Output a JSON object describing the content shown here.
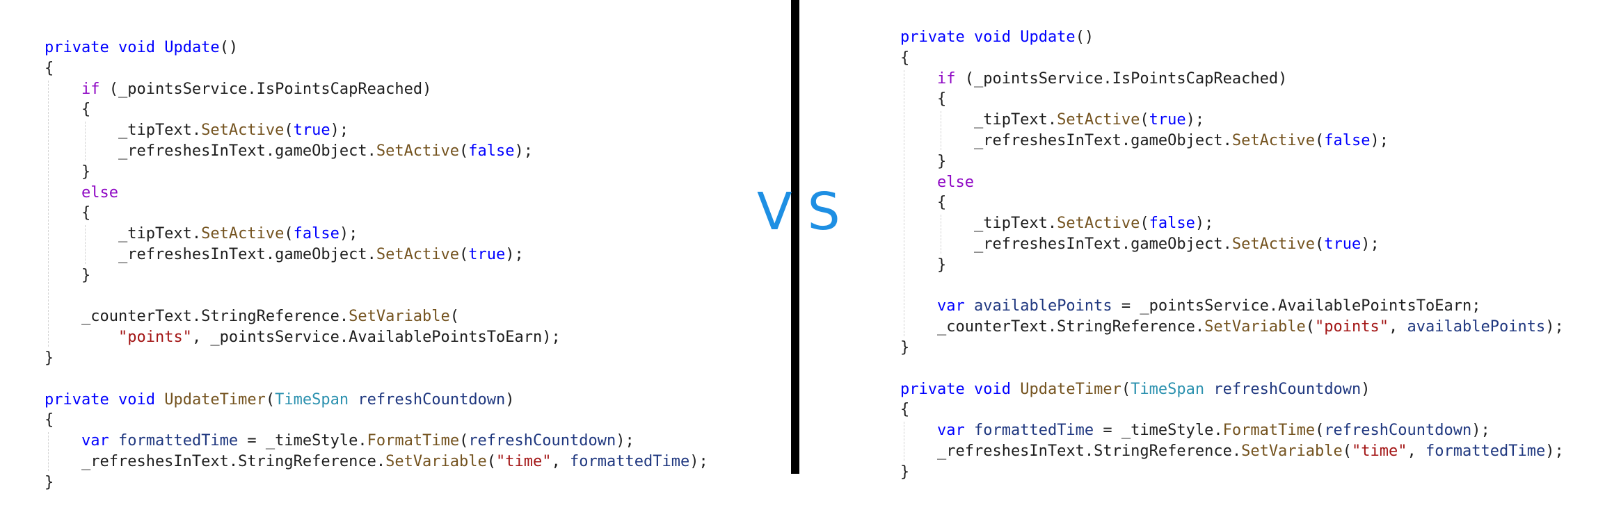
{
  "comparison": {
    "label": "VS",
    "accent_color": "#1e8fe3"
  },
  "left": {
    "lines": [
      [
        {
          "t": "private",
          "c": "kw"
        },
        {
          "t": " ",
          "c": "punct"
        },
        {
          "t": "void",
          "c": "kw"
        },
        {
          "t": " ",
          "c": "punct"
        },
        {
          "t": "Update",
          "c": "kw"
        },
        {
          "t": "()",
          "c": "punct"
        }
      ],
      [
        {
          "t": "{",
          "c": "punct"
        }
      ],
      [
        {
          "t": "    ",
          "c": "punct"
        },
        {
          "t": "if",
          "c": "ctrl"
        },
        {
          "t": " (_pointsService.IsPointsCapReached)",
          "c": "ident"
        }
      ],
      [
        {
          "t": "    {",
          "c": "punct"
        }
      ],
      [
        {
          "t": "        _tipText.",
          "c": "ident"
        },
        {
          "t": "SetActive",
          "c": "method"
        },
        {
          "t": "(",
          "c": "punct"
        },
        {
          "t": "true",
          "c": "kw"
        },
        {
          "t": ");",
          "c": "punct"
        }
      ],
      [
        {
          "t": "        _refreshesInText.gameObject.",
          "c": "ident"
        },
        {
          "t": "SetActive",
          "c": "method"
        },
        {
          "t": "(",
          "c": "punct"
        },
        {
          "t": "false",
          "c": "kw"
        },
        {
          "t": ");",
          "c": "punct"
        }
      ],
      [
        {
          "t": "    }",
          "c": "punct"
        }
      ],
      [
        {
          "t": "    ",
          "c": "punct"
        },
        {
          "t": "else",
          "c": "ctrl"
        }
      ],
      [
        {
          "t": "    {",
          "c": "punct"
        }
      ],
      [
        {
          "t": "        _tipText.",
          "c": "ident"
        },
        {
          "t": "SetActive",
          "c": "method"
        },
        {
          "t": "(",
          "c": "punct"
        },
        {
          "t": "false",
          "c": "kw"
        },
        {
          "t": ");",
          "c": "punct"
        }
      ],
      [
        {
          "t": "        _refreshesInText.gameObject.",
          "c": "ident"
        },
        {
          "t": "SetActive",
          "c": "method"
        },
        {
          "t": "(",
          "c": "punct"
        },
        {
          "t": "true",
          "c": "kw"
        },
        {
          "t": ");",
          "c": "punct"
        }
      ],
      [
        {
          "t": "    }",
          "c": "punct"
        }
      ],
      [
        {
          "t": "",
          "c": "punct"
        }
      ],
      [
        {
          "t": "    _counterText.StringReference.",
          "c": "ident"
        },
        {
          "t": "SetVariable",
          "c": "method"
        },
        {
          "t": "(",
          "c": "punct"
        }
      ],
      [
        {
          "t": "        ",
          "c": "punct"
        },
        {
          "t": "\"points\"",
          "c": "str"
        },
        {
          "t": ", _pointsService.AvailablePointsToEarn);",
          "c": "ident"
        }
      ],
      [
        {
          "t": "}",
          "c": "punct"
        }
      ],
      [
        {
          "t": "",
          "c": "punct"
        }
      ],
      [
        {
          "t": "private",
          "c": "kw"
        },
        {
          "t": " ",
          "c": "punct"
        },
        {
          "t": "void",
          "c": "kw"
        },
        {
          "t": " ",
          "c": "punct"
        },
        {
          "t": "UpdateTimer",
          "c": "method"
        },
        {
          "t": "(",
          "c": "punct"
        },
        {
          "t": "TimeSpan",
          "c": "type"
        },
        {
          "t": " ",
          "c": "punct"
        },
        {
          "t": "refreshCountdown",
          "c": "param"
        },
        {
          "t": ")",
          "c": "punct"
        }
      ],
      [
        {
          "t": "{",
          "c": "punct"
        }
      ],
      [
        {
          "t": "    ",
          "c": "punct"
        },
        {
          "t": "var",
          "c": "kw"
        },
        {
          "t": " ",
          "c": "punct"
        },
        {
          "t": "formattedTime",
          "c": "param"
        },
        {
          "t": " = _timeStyle.",
          "c": "ident"
        },
        {
          "t": "FormatTime",
          "c": "method"
        },
        {
          "t": "(",
          "c": "punct"
        },
        {
          "t": "refreshCountdown",
          "c": "param"
        },
        {
          "t": ");",
          "c": "punct"
        }
      ],
      [
        {
          "t": "    _refreshesInText.StringReference.",
          "c": "ident"
        },
        {
          "t": "SetVariable",
          "c": "method"
        },
        {
          "t": "(",
          "c": "punct"
        },
        {
          "t": "\"time\"",
          "c": "str"
        },
        {
          "t": ", ",
          "c": "punct"
        },
        {
          "t": "formattedTime",
          "c": "param"
        },
        {
          "t": ");",
          "c": "punct"
        }
      ],
      [
        {
          "t": "}",
          "c": "punct"
        }
      ]
    ]
  },
  "right": {
    "lines": [
      [
        {
          "t": "private",
          "c": "kw"
        },
        {
          "t": " ",
          "c": "punct"
        },
        {
          "t": "void",
          "c": "kw"
        },
        {
          "t": " ",
          "c": "punct"
        },
        {
          "t": "Update",
          "c": "kw"
        },
        {
          "t": "()",
          "c": "punct"
        }
      ],
      [
        {
          "t": "{",
          "c": "punct"
        }
      ],
      [
        {
          "t": "    ",
          "c": "punct"
        },
        {
          "t": "if",
          "c": "ctrl"
        },
        {
          "t": " (_pointsService.IsPointsCapReached)",
          "c": "ident"
        }
      ],
      [
        {
          "t": "    {",
          "c": "punct"
        }
      ],
      [
        {
          "t": "        _tipText.",
          "c": "ident"
        },
        {
          "t": "SetActive",
          "c": "method"
        },
        {
          "t": "(",
          "c": "punct"
        },
        {
          "t": "true",
          "c": "kw"
        },
        {
          "t": ");",
          "c": "punct"
        }
      ],
      [
        {
          "t": "        _refreshesInText.gameObject.",
          "c": "ident"
        },
        {
          "t": "SetActive",
          "c": "method"
        },
        {
          "t": "(",
          "c": "punct"
        },
        {
          "t": "false",
          "c": "kw"
        },
        {
          "t": ");",
          "c": "punct"
        }
      ],
      [
        {
          "t": "    }",
          "c": "punct"
        }
      ],
      [
        {
          "t": "    ",
          "c": "punct"
        },
        {
          "t": "else",
          "c": "ctrl"
        }
      ],
      [
        {
          "t": "    {",
          "c": "punct"
        }
      ],
      [
        {
          "t": "        _tipText.",
          "c": "ident"
        },
        {
          "t": "SetActive",
          "c": "method"
        },
        {
          "t": "(",
          "c": "punct"
        },
        {
          "t": "false",
          "c": "kw"
        },
        {
          "t": ");",
          "c": "punct"
        }
      ],
      [
        {
          "t": "        _refreshesInText.gameObject.",
          "c": "ident"
        },
        {
          "t": "SetActive",
          "c": "method"
        },
        {
          "t": "(",
          "c": "punct"
        },
        {
          "t": "true",
          "c": "kw"
        },
        {
          "t": ");",
          "c": "punct"
        }
      ],
      [
        {
          "t": "    }",
          "c": "punct"
        }
      ],
      [
        {
          "t": "",
          "c": "punct"
        }
      ],
      [
        {
          "t": "    ",
          "c": "punct"
        },
        {
          "t": "var",
          "c": "kw"
        },
        {
          "t": " ",
          "c": "punct"
        },
        {
          "t": "availablePoints",
          "c": "param"
        },
        {
          "t": " = _pointsService.AvailablePointsToEarn;",
          "c": "ident"
        }
      ],
      [
        {
          "t": "    _counterText.StringReference.",
          "c": "ident"
        },
        {
          "t": "SetVariable",
          "c": "method"
        },
        {
          "t": "(",
          "c": "punct"
        },
        {
          "t": "\"points\"",
          "c": "str"
        },
        {
          "t": ", ",
          "c": "punct"
        },
        {
          "t": "availablePoints",
          "c": "param"
        },
        {
          "t": ");",
          "c": "punct"
        }
      ],
      [
        {
          "t": "}",
          "c": "punct"
        }
      ],
      [
        {
          "t": "",
          "c": "punct"
        }
      ],
      [
        {
          "t": "private",
          "c": "kw"
        },
        {
          "t": " ",
          "c": "punct"
        },
        {
          "t": "void",
          "c": "kw"
        },
        {
          "t": " ",
          "c": "punct"
        },
        {
          "t": "UpdateTimer",
          "c": "method"
        },
        {
          "t": "(",
          "c": "punct"
        },
        {
          "t": "TimeSpan",
          "c": "type"
        },
        {
          "t": " ",
          "c": "punct"
        },
        {
          "t": "refreshCountdown",
          "c": "param"
        },
        {
          "t": ")",
          "c": "punct"
        }
      ],
      [
        {
          "t": "{",
          "c": "punct"
        }
      ],
      [
        {
          "t": "    ",
          "c": "punct"
        },
        {
          "t": "var",
          "c": "kw"
        },
        {
          "t": " ",
          "c": "punct"
        },
        {
          "t": "formattedTime",
          "c": "param"
        },
        {
          "t": " = _timeStyle.",
          "c": "ident"
        },
        {
          "t": "FormatTime",
          "c": "method"
        },
        {
          "t": "(",
          "c": "punct"
        },
        {
          "t": "refreshCountdown",
          "c": "param"
        },
        {
          "t": ");",
          "c": "punct"
        }
      ],
      [
        {
          "t": "    _refreshesInText.StringReference.",
          "c": "ident"
        },
        {
          "t": "SetVariable",
          "c": "method"
        },
        {
          "t": "(",
          "c": "punct"
        },
        {
          "t": "\"time\"",
          "c": "str"
        },
        {
          "t": ", ",
          "c": "punct"
        },
        {
          "t": "formattedTime",
          "c": "param"
        },
        {
          "t": ");",
          "c": "punct"
        }
      ],
      [
        {
          "t": "}",
          "c": "punct"
        }
      ]
    ]
  }
}
